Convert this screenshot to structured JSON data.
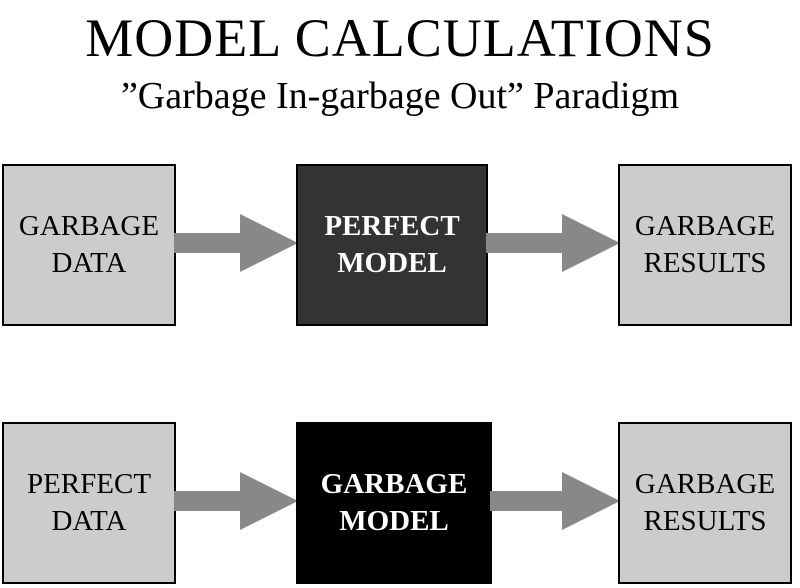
{
  "title": "MODEL CALCULATIONS",
  "subtitle": "”Garbage In-garbage Out” Paradigm",
  "rows": [
    {
      "input": [
        "GARBAGE",
        "DATA"
      ],
      "model": [
        "PERFECT",
        "MODEL"
      ],
      "output": [
        "GARBAGE",
        "RESULTS"
      ],
      "model_color": "#333333"
    },
    {
      "input": [
        "PERFECT",
        "DATA"
      ],
      "model": [
        "GARBAGE",
        "MODEL"
      ],
      "output": [
        "GARBAGE",
        "RESULTS"
      ],
      "model_color": "#000000"
    }
  ],
  "colors": {
    "light_box": "#cccccc",
    "arrow": "#888888"
  }
}
